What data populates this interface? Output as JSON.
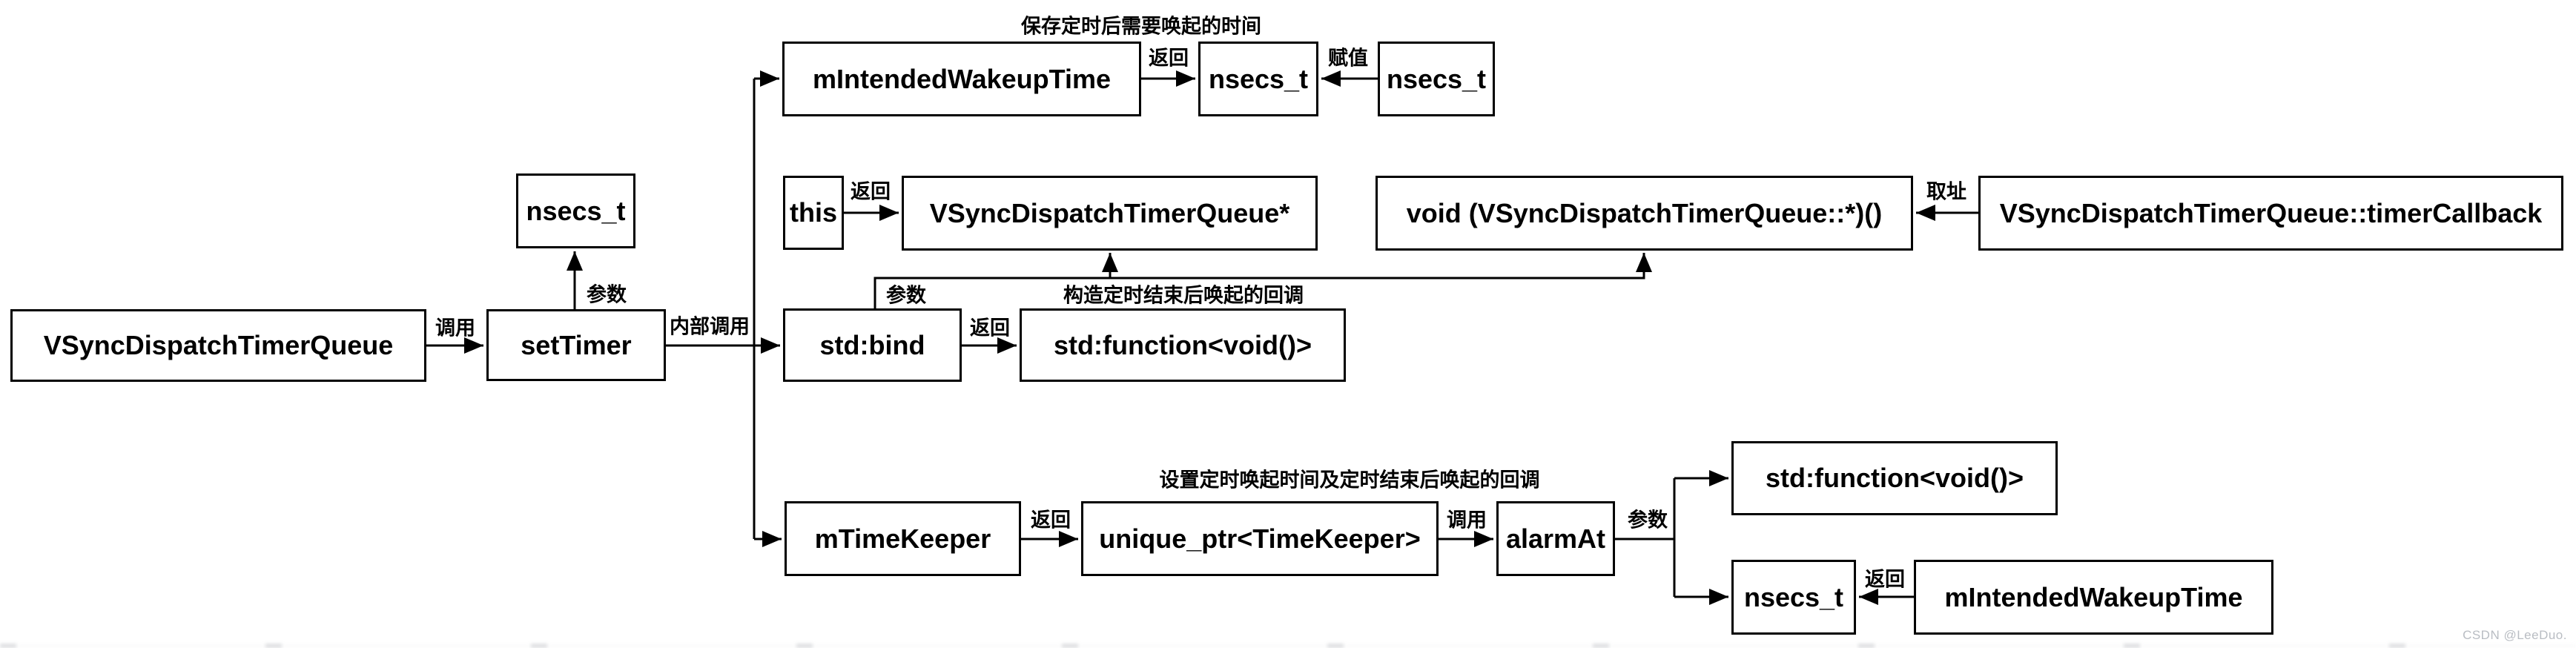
{
  "diagram": {
    "captions": {
      "save_wakeup_time": "保存定时后需要唤起的时间",
      "construct_callback": "构造定时结束后唤起的回调",
      "set_wakeup_and_callback": "设置定时唤起时间及定时结束后唤起的回调"
    },
    "edge_labels": {
      "ret": "返回",
      "assign": "赋值",
      "addr": "取址",
      "call": "调用",
      "param": "参数",
      "internal_call": "内部调用"
    },
    "nodes": {
      "mIntendedWakeupTime_top": {
        "label": "mIntendedWakeupTime"
      },
      "nsecs_t_mid": {
        "label": "nsecs_t"
      },
      "nsecs_t_src": {
        "label": "nsecs_t"
      },
      "this_node": {
        "label": "this"
      },
      "vsync_queue_ptr": {
        "label": "VSyncDispatchTimerQueue*"
      },
      "void_member_fn": {
        "label": "void (VSyncDispatchTimerQueue::*)()"
      },
      "timer_callback": {
        "label": "VSyncDispatchTimerQueue::timerCallback"
      },
      "vsync_queue": {
        "label": "VSyncDispatchTimerQueue"
      },
      "set_timer": {
        "label": "setTimer"
      },
      "nsecs_t_param": {
        "label": "nsecs_t"
      },
      "std_bind": {
        "label": "std:bind"
      },
      "std_function": {
        "label": "std:function<void()>"
      },
      "m_time_keeper": {
        "label": "mTimeKeeper"
      },
      "unique_ptr_timekeeper": {
        "label": "unique_ptr<TimeKeeper>"
      },
      "alarm_at": {
        "label": "alarmAt"
      },
      "std_function_2": {
        "label": "std:function<void()>"
      },
      "nsecs_t_bottom": {
        "label": "nsecs_t"
      },
      "mIntendedWakeupTime_bottom": {
        "label": "mIntendedWakeupTime"
      }
    },
    "watermark": "CSDN @LeeDuo.",
    "colors": {
      "line": "#000000",
      "background": "#ffffff",
      "watermark": "#b9bdc3"
    }
  }
}
